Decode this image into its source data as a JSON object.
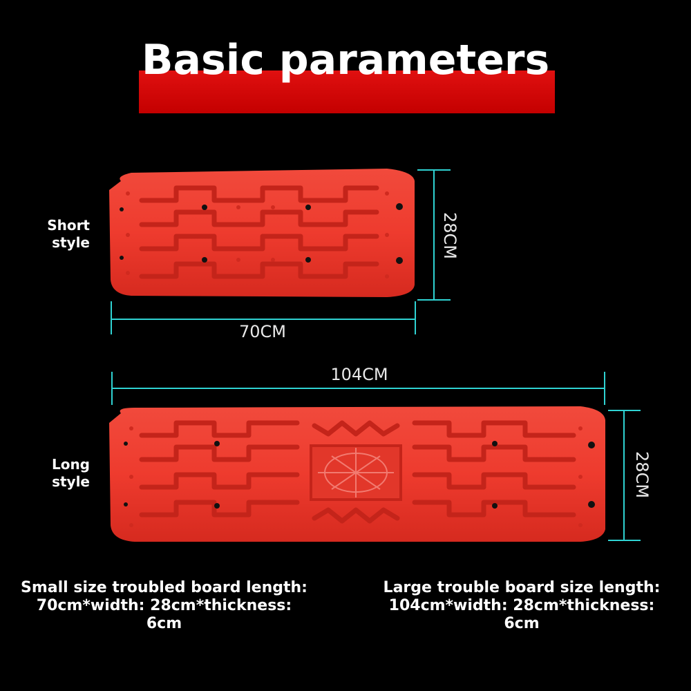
{
  "title": "Basic parameters",
  "short": {
    "label_line1": "Short",
    "label_line2": "style",
    "length": "70CM",
    "height": "28CM"
  },
  "long": {
    "label_line1": "Long",
    "label_line2": "style",
    "length": "104CM",
    "height": "28CM"
  },
  "desc_small": {
    "line1": "Small size troubled board length:",
    "line2": "70cm*width: 28cm*thickness:",
    "line3": "6cm"
  },
  "desc_large": {
    "line1": "Large trouble board size length:",
    "line2": "104cm*width: 28cm*thickness:",
    "line3": "6cm"
  },
  "colors": {
    "board": "#ee3b2e",
    "board_dark": "#c4241a",
    "dimension": "#2fd3d3",
    "title_bar": "#d80c0c"
  }
}
